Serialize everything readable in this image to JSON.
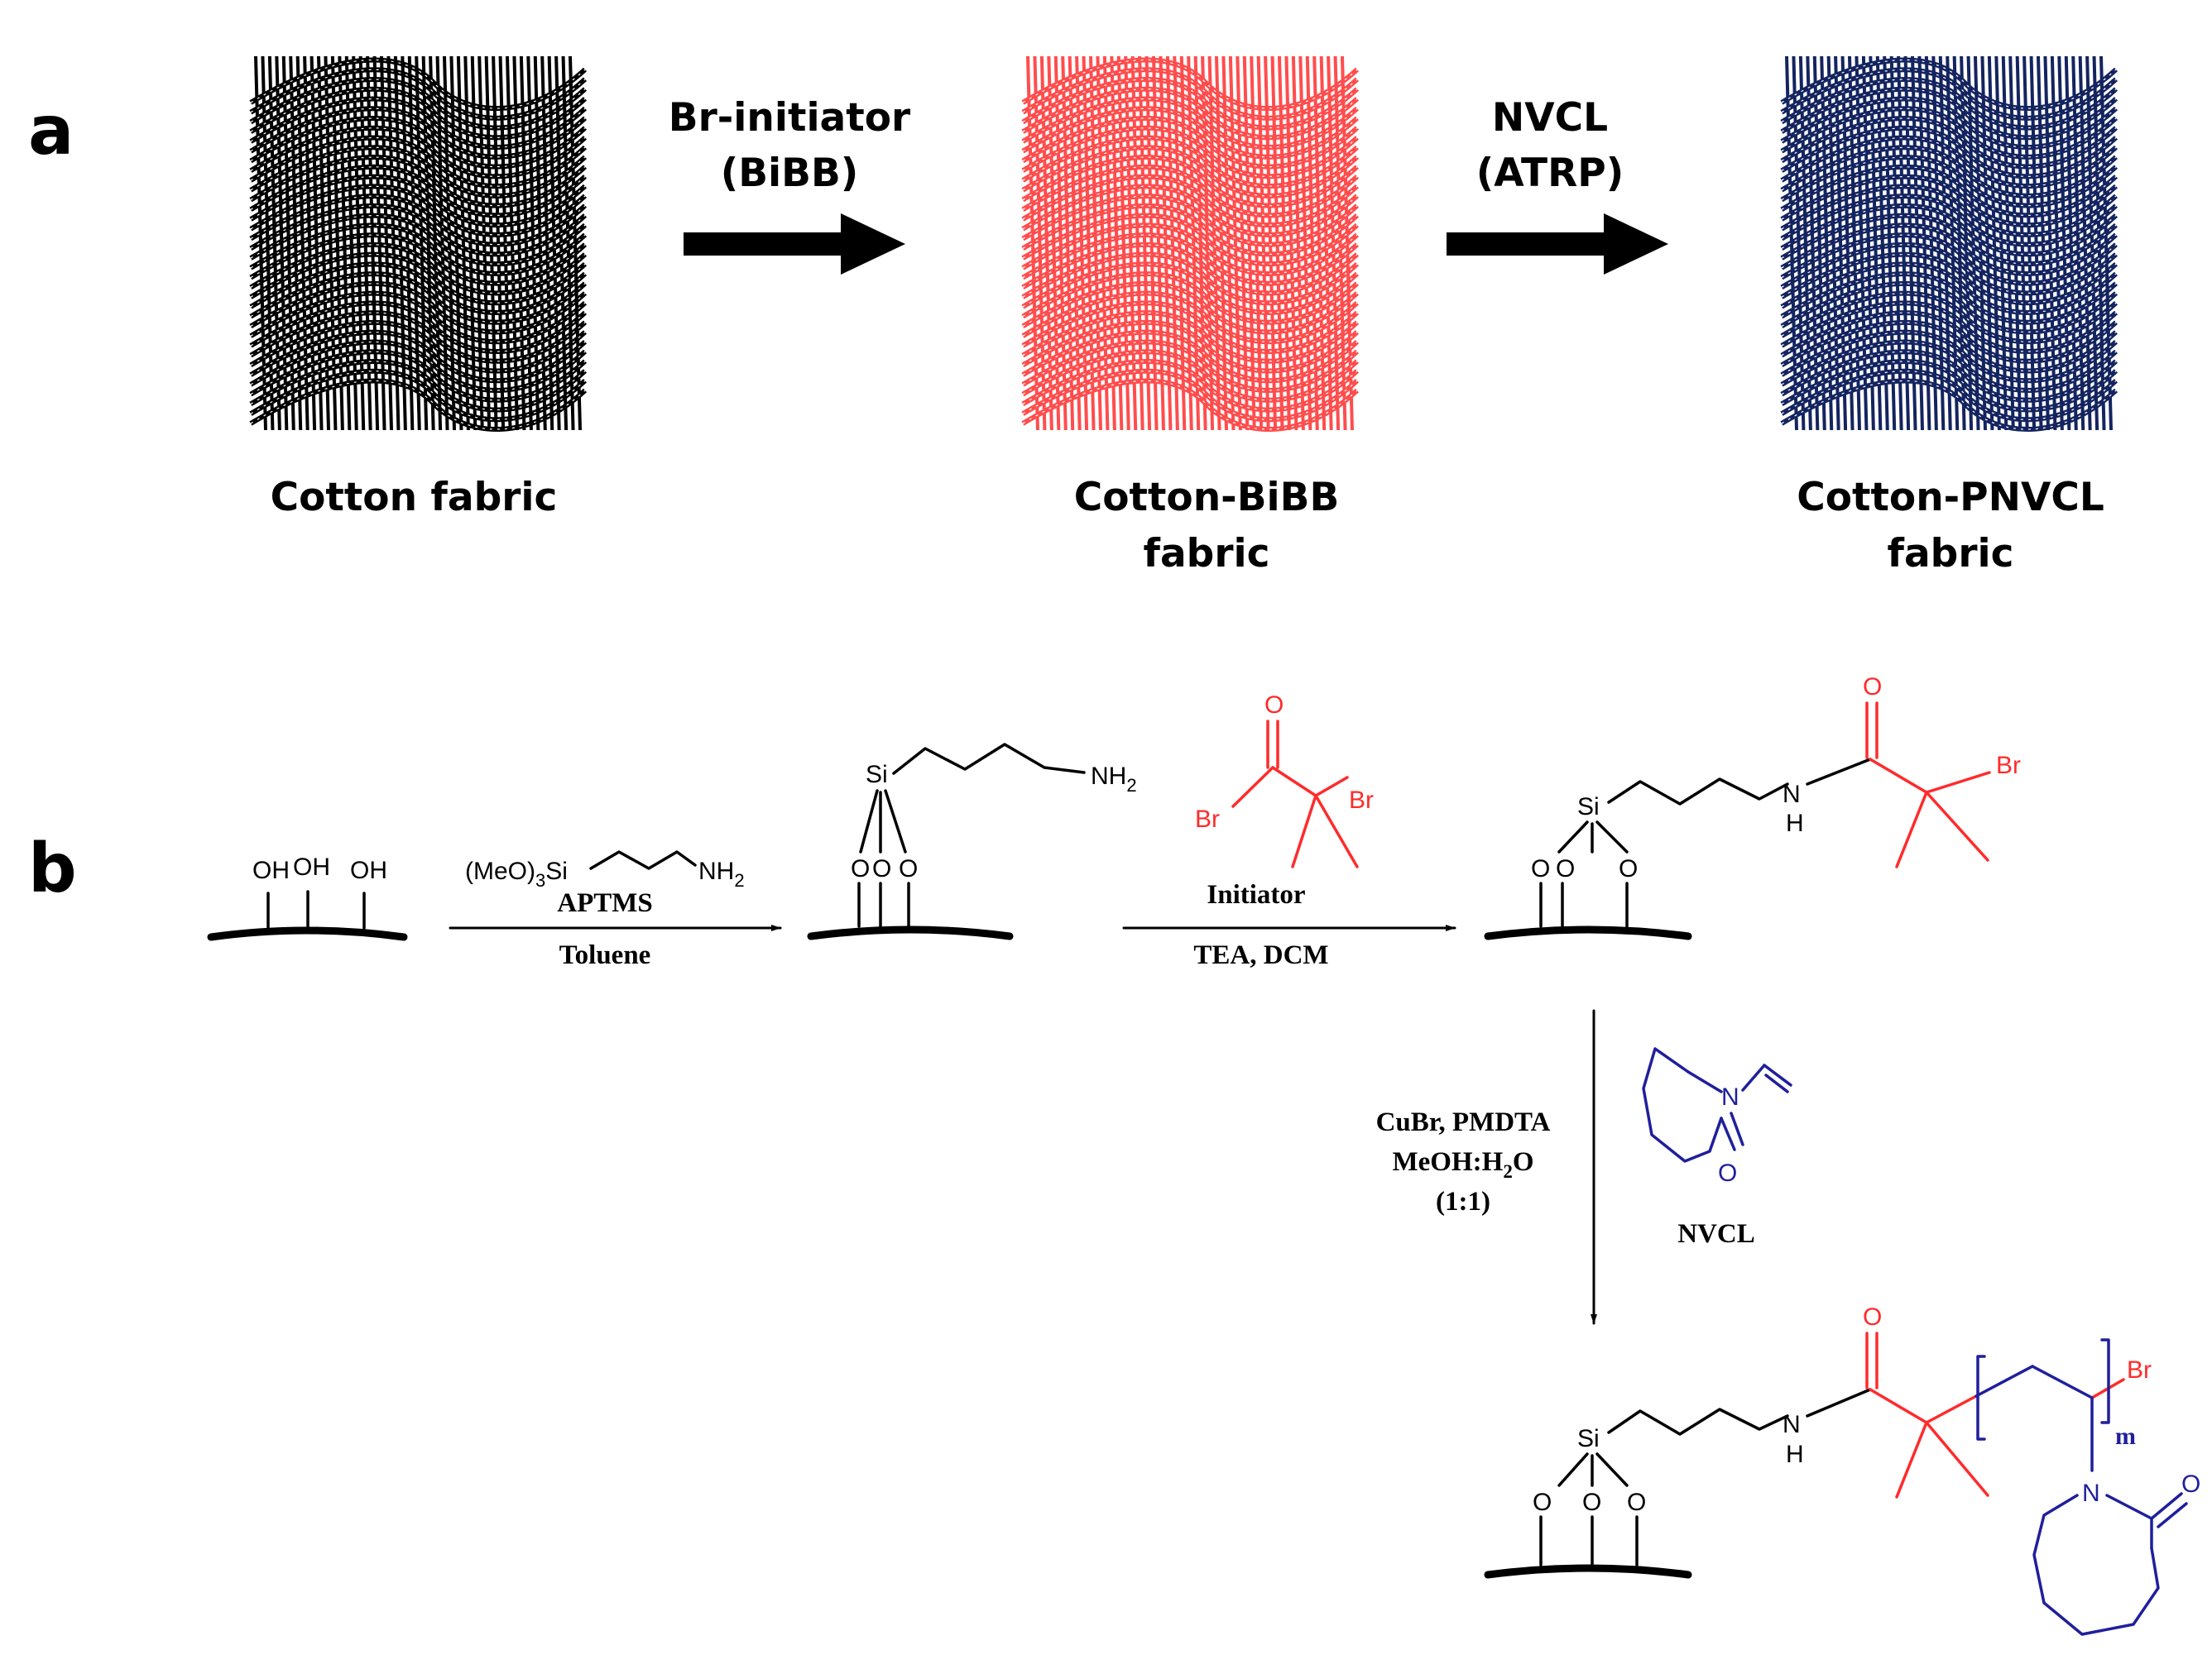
{
  "colors": {
    "black": "#000000",
    "red": "#ff2b2b",
    "navy": "#14245f",
    "blue": "#1f1f9c"
  },
  "panel_a": {
    "label": "a",
    "fabrics": [
      {
        "label_line1": "Cotton fabric",
        "label_line2": "",
        "color": "#000000"
      },
      {
        "label_line1": "Cotton-BiBB",
        "label_line2": "fabric",
        "color": "#ff4d4d"
      },
      {
        "label_line1": "Cotton-PNVCL",
        "label_line2": "fabric",
        "color": "#14245f"
      }
    ],
    "steps": [
      {
        "line1": "Br-initiator",
        "line2": "(BiBB)"
      },
      {
        "line1": "NVCL",
        "line2": "(ATRP)"
      }
    ]
  },
  "panel_b": {
    "label": "b",
    "surface": {
      "hydroxyls": [
        "OH",
        "OH",
        "OH"
      ]
    },
    "aptms_reagent": {
      "meo": "(MeO)",
      "sub3": "3",
      "si": "Si",
      "nh2": "NH",
      "sub2": "2"
    },
    "step1": {
      "reagent": "APTMS",
      "solvent": "Toluene"
    },
    "intermediate1": {
      "si": "Si",
      "oxygens": [
        "O",
        "O",
        "O"
      ],
      "nh2": "NH",
      "sub2": "2"
    },
    "initiator": {
      "name": "Initiator",
      "o": "O",
      "br_left": "Br",
      "br_right": "Br"
    },
    "step2": {
      "conditions": "TEA, DCM"
    },
    "intermediate2": {
      "si": "Si",
      "oxygens": [
        "O",
        "O",
        "O"
      ],
      "n": "N",
      "h": "H",
      "o": "O",
      "br": "Br"
    },
    "step3": {
      "line1": "CuBr, PMDTA",
      "line2_a": "MeOH:H",
      "line2_sub": "2",
      "line2_b": "O",
      "line3": "(1:1)"
    },
    "monomer": {
      "name": "NVCL",
      "n": "N",
      "o": "O"
    },
    "product": {
      "si": "Si",
      "oxygens": [
        "O",
        "O",
        "O"
      ],
      "n": "N",
      "h": "H",
      "o": "O",
      "br": "Br",
      "m": "m",
      "ring_n": "N",
      "ring_o": "O"
    }
  }
}
